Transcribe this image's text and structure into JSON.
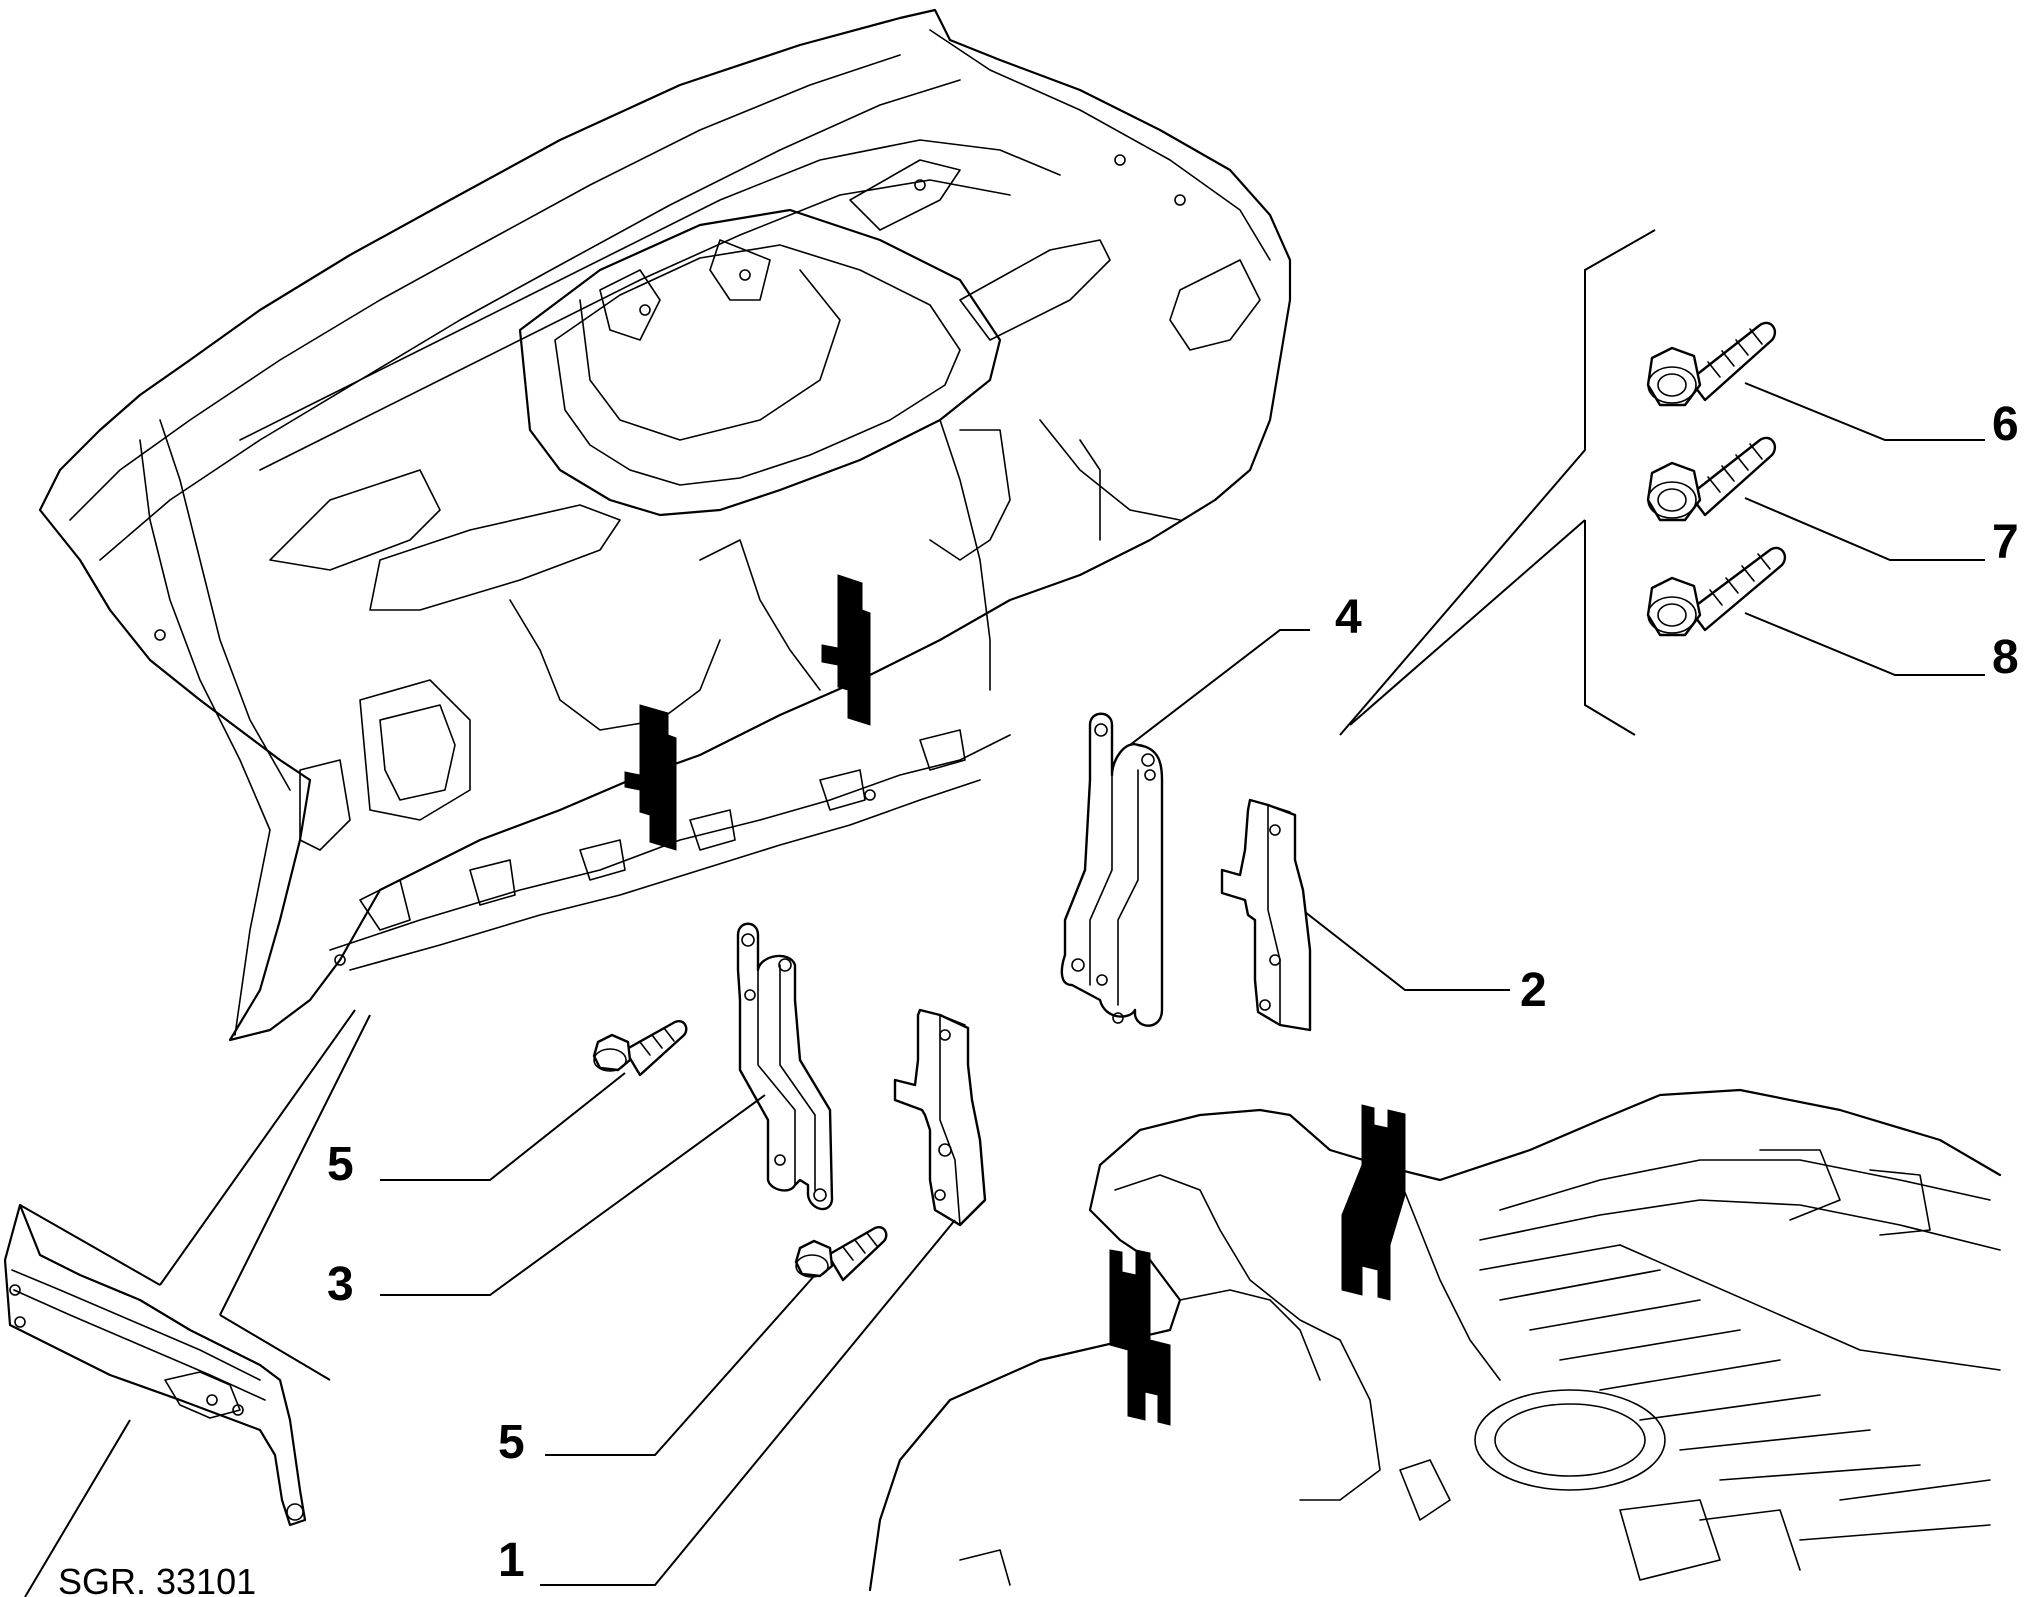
{
  "callouts": [
    {
      "id": "1",
      "label": "1"
    },
    {
      "id": "2",
      "label": "2"
    },
    {
      "id": "3",
      "label": "3"
    },
    {
      "id": "4",
      "label": "4"
    },
    {
      "id": "5a",
      "label": "5"
    },
    {
      "id": "5b",
      "label": "5"
    },
    {
      "id": "6",
      "label": "6"
    },
    {
      "id": "7",
      "label": "7"
    },
    {
      "id": "8",
      "label": "8"
    }
  ],
  "reference": {
    "label": "SGR. 33101"
  }
}
